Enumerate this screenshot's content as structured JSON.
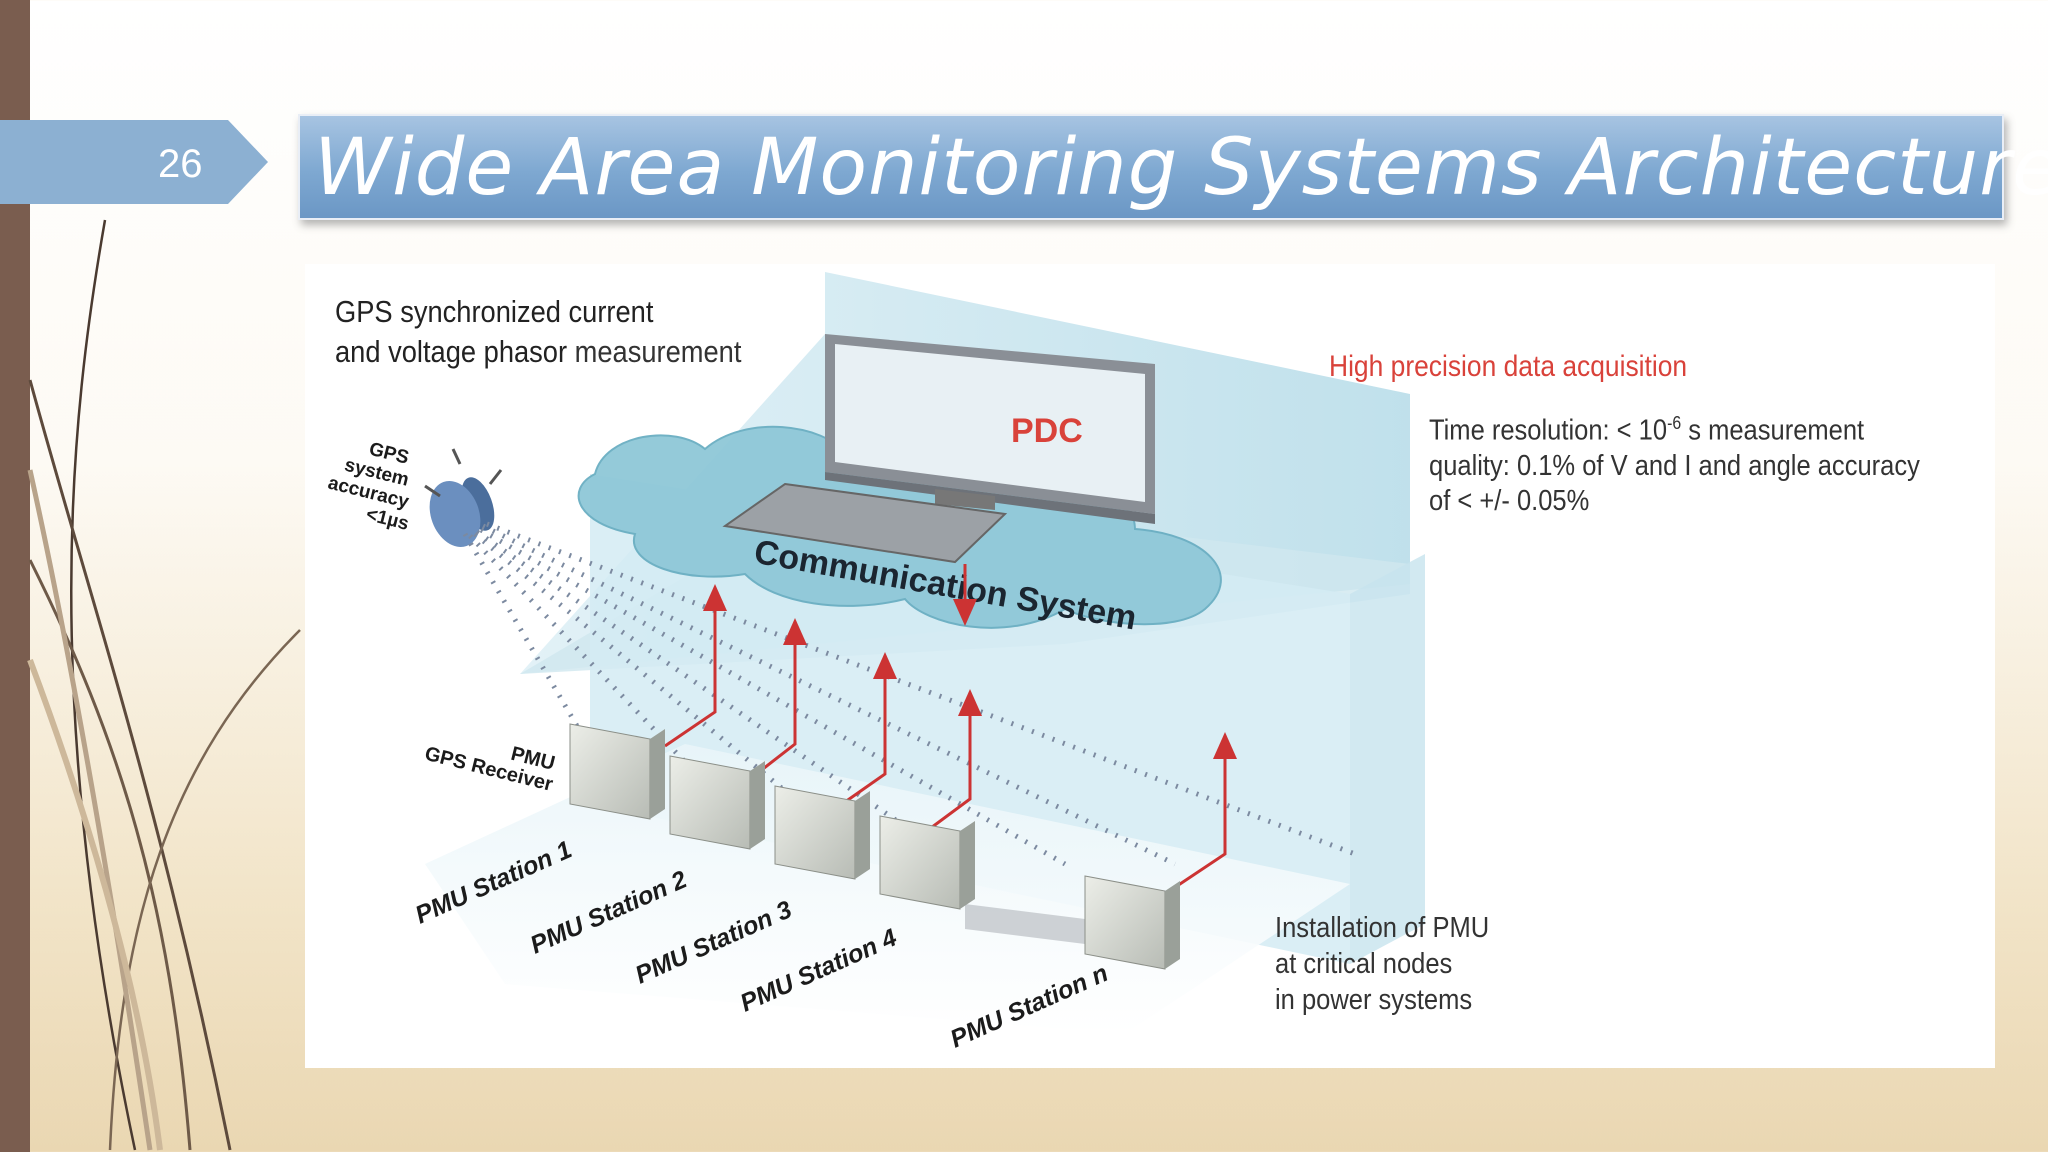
{
  "slide": {
    "number": "26",
    "title": "Wide Area Monitoring Systems Architecture"
  },
  "figure": {
    "gps_caption_line1": "GPS synchronized current",
    "gps_caption_line2_bold": "and voltage phasor",
    "gps_caption_line2_rest": "measurement",
    "gps_accuracy": [
      "GPS",
      "system",
      "accuracy",
      "<1µs"
    ],
    "pdc_label": "PDC",
    "high_precision_label": "High precision data acquisition",
    "time_resolution": {
      "line1_prefix": "Time resolution: < 10",
      "line1_exponent": "-6",
      "line1_suffix": " s measurement",
      "line2": "quality: 0.1% of V and I and angle accuracy",
      "line3": "of < +/- 0.05%"
    },
    "communication_system_label": "Communication System",
    "pmu_label": "PMU",
    "gps_receiver_label": "GPS Receiver",
    "stations": [
      "PMU Station 1",
      "PMU Station 2",
      "PMU Station 3",
      "PMU Station 4",
      "PMU Station n"
    ],
    "installation_note": [
      "Installation of PMU",
      "at critical nodes",
      "in power systems"
    ]
  },
  "colors": {
    "left_bar": "#7a5d4f",
    "slide_number_tab": "#8cb0d2",
    "title_bar": "#7ea8d1",
    "pdc_text": "#d9423a",
    "arrow_red": "#cc3333",
    "cloud": "#8fc8d8"
  }
}
